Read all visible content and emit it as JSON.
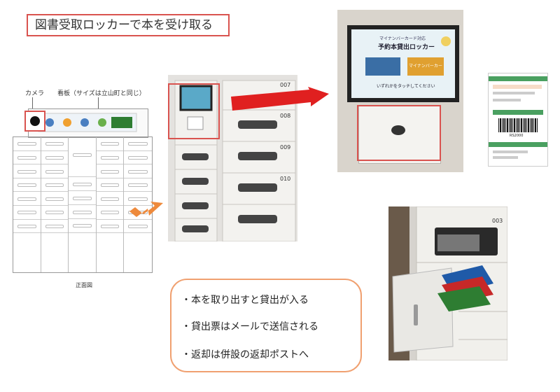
{
  "title": "図書受取ロッカーで本を受け取る",
  "drawing": {
    "camera_label": "カメラ",
    "sign_label": "看板（サイズは立山町と同じ）",
    "front_view_label": "正面図"
  },
  "kiosk": {
    "screen_line1": "マイナンバーカード対応",
    "screen_title": "予約本貸出ロッカー",
    "button_right": "マイナンバーカード",
    "prompt": "いずれかをタッチしてください"
  },
  "locker_numbers": [
    "007",
    "008",
    "009",
    "010",
    "003"
  ],
  "receipt": {
    "barcode_number": "RS2000"
  },
  "bullets": [
    "・本を取り出すと貸出が入る",
    "・貸出票はメールで送信される",
    "・返却は併設の返却ポストへ"
  ],
  "colors": {
    "accent_red": "#d9534f",
    "accent_orange": "#f0a070",
    "receipt_green": "#4aa060"
  }
}
